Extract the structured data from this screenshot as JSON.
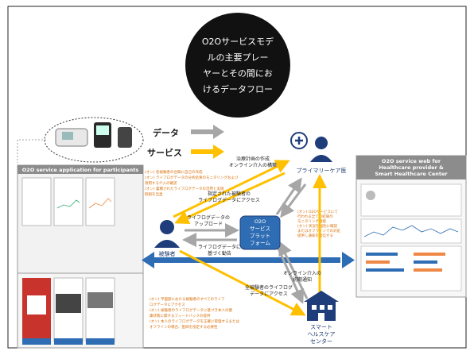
{
  "title_lines": [
    "O2Oサービスモデ",
    "ルの主要プレー",
    "ヤーとその間にお",
    "けるデータフロー"
  ],
  "legend": {
    "data": "データ",
    "service": "サービス"
  },
  "panels": {
    "app_title": "O2O service application for participants",
    "web_title_1": "O2O service web for",
    "web_title_2": "Healthcare provider &",
    "web_title_3": "Smart Healthcare Center"
  },
  "nodes": {
    "primary_care": "プライマリーケア医",
    "participant": "被験者",
    "platform": [
      "O2O",
      "サービス",
      "プラット",
      "フォーム"
    ],
    "smart_center": [
      "スマート",
      "ヘルスケア",
      "センター"
    ]
  },
  "edge_labels": {
    "treatment_plan": [
      "治療計画の作成",
      "オンライン介入の構築"
    ],
    "designated_access": [
      "指定された被験者の",
      "ライフログデータにアクセス"
    ],
    "lifelog_upload": [
      "ライフログデータの",
      "アップロード"
    ],
    "lifelog_based": [
      "ライフログデータに",
      "基づく勧告"
    ],
    "online_intervention": [
      "オンライン介入の",
      "初期通知"
    ],
    "all_access": [
      "全被験者のライフログ",
      "データにアクセス"
    ]
  },
  "notes": {
    "app": [
      "(オン) 各被験者の合間に自己の作成",
      "(オン) ライフログデータの分析結果のモニタリングおよび",
      "適用する介入の確認",
      "(オン) 蓄積されたライフログデータの活用と実施",
      "取組を当直"
    ],
    "web": [
      "(オン) O2Oサービスにて",
      "行われる全ての結果の",
      "モニタリング機能",
      "(オン) 状況を個別に確認",
      "またはオフラインでの対処",
      "提供し通知を発信する"
    ],
    "bottom": [
      "(オン) 平面部における被験者のすべてのライフ",
      "ログデータにアクセス",
      "(オン) 被験者のライフログデータに基づき本人の健",
      "康状態に関するフィードバックの提供",
      "(オン) 本人のライフログデータを正確に管理するまたは",
      "オフラインの場合、医師を指定する必要性"
    ]
  },
  "colors": {
    "data_arrow": "#a6a6a6",
    "service_arrow": "#ffc000",
    "blue": "#2e6db4",
    "dark": "#1f3d7a"
  }
}
